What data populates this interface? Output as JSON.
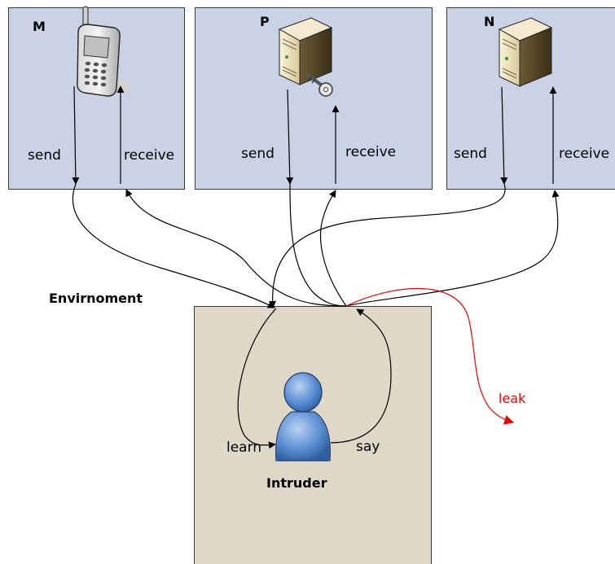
{
  "agents": [
    {
      "id": "M",
      "label": "M",
      "icon": "mobile-phone-icon",
      "send_label": "send",
      "receive_label": "receive"
    },
    {
      "id": "P",
      "label": "P",
      "icon": "server-with-key-icon",
      "send_label": "send",
      "receive_label": "receive"
    },
    {
      "id": "N",
      "label": "N",
      "icon": "server-icon",
      "send_label": "send",
      "receive_label": "receive"
    }
  ],
  "environment_label": "Envirnoment",
  "intruder": {
    "label": "Intruder",
    "icon": "person-icon",
    "learn_label": "learn",
    "say_label": "say"
  },
  "leak_label": "leak",
  "colors": {
    "agent_box": "#c9d3e5",
    "intruder_box": "#e0d8c7",
    "leak": "#ee0000",
    "person": "#5b8fd4"
  }
}
